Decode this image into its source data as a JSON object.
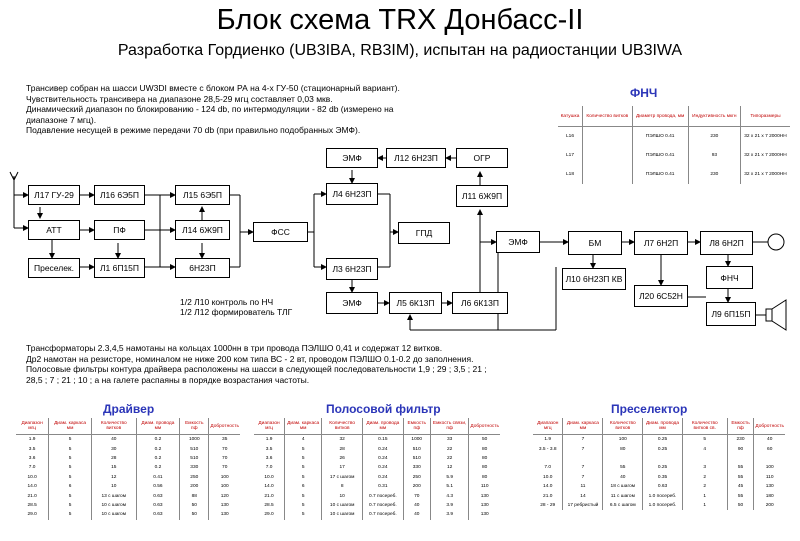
{
  "header": {
    "title": "Блок схема TRX Донбасс-II",
    "subtitle": "Разработка Гордиенко (UB3IBA, RB3IM), испытан на радиостанции UB3IWA"
  },
  "notes": [
    "Трансивер собран на шасси UW3DI вместе с блоком РА на 4-х ГУ-50 (стационарный вариант).",
    "Чувствительность трансивера на диапазоне 28,5-29 мгц составляет 0,03 мкв.",
    "Динамический диапазон по блокированию - 124 db, по интермодуляции - 82 db (измерено на",
    "диапазоне 7 мгц).",
    "Подавление несущей в режиме передачи 70 db (при правильно подобранных ЭМФ)."
  ],
  "control_notes": [
    "1/2 Л10 контроль по НЧ",
    "1/2 Л12 формирователь ТЛГ"
  ],
  "bottom_notes": [
    "Трансформаторы 2.3,4,5 намотаны на кольцах 1000нн в три провода ПЭЛШО 0,41 и содержат 12 витков.",
    "Др2 намотан на резисторе, номиналом не ниже 200 ком типа ВС - 2 вт, проводом ПЭЛШО 0.1-0.2 до заполнения.",
    "Полосовые фильтры контура драйвера расположены на шасси в следующей последовательности 1,9 ; 29 ; 3,5 ; 21 ;",
    "28,5 ; 7 ; 21 ; 10 ;  а на галете распаяны в порядке возрастания частоты."
  ],
  "blocks": {
    "l17": "Л17 ГУ-29",
    "l16": "Л16 6Э5П",
    "l15": "Л15 6Э5П",
    "att": "АТТ",
    "pf": "ПФ",
    "l14": "Л14 6Ж9П",
    "fss": "ФСС",
    "presel": "Преселек.",
    "l1": "Л1 6П15П",
    "n6": "6Н23П",
    "emf_top": "ЭМФ",
    "l12": "Л12 6Н23П",
    "ogr": "ОГР",
    "l4": "Л4 6Н23П",
    "l11": "Л11 6Ж9П",
    "gpd": "ГПД",
    "l3": "Л3 6Н23П",
    "emf_mid": "ЭМФ",
    "bm": "БМ",
    "l7": "Л7 6Н2П",
    "l8": "Л8 6Н2П",
    "l10": "Л10 6Н23П КВ",
    "l20": "Л20 6С52Н",
    "fnch": "ФНЧ",
    "l9": "Л9 6П15П",
    "emf_bot": "ЭМФ",
    "l5": "Л5 6К13П",
    "l6": "Л6 6К13П"
  },
  "fnch": {
    "title": "ФНЧ",
    "headers": [
      "Катушка",
      "Количество витков",
      "Диаметр провода, мм",
      "Индуктивность мкгн",
      "Типоразмеры"
    ],
    "rows": [
      [
        "L16",
        "",
        "ПЭЛШО 0.41",
        "230",
        "32 x 21 x 7 2000НН"
      ],
      [
        "L17",
        "",
        "ПЭЛШО 0.41",
        "93",
        "32 x 21 x 7 2000НН"
      ],
      [
        "L18",
        "",
        "ПЭЛШО 0.41",
        "230",
        "32 x 21 x 7 2000НН"
      ]
    ]
  },
  "driver": {
    "title": "Драйвер",
    "headers": [
      "Диапазон мгц",
      "Диам. каркаса мм",
      "Количество витков",
      "Диам. провода мм",
      "Емкость пф",
      "Добротность"
    ],
    "rows": [
      [
        "1.9",
        "5",
        "40",
        "0.2",
        "1000",
        "35"
      ],
      [
        "3.5",
        "5",
        "30",
        "0.2",
        "510",
        "70"
      ],
      [
        "3.6",
        "5",
        "28",
        "0.2",
        "510",
        "70"
      ],
      [
        "7.0",
        "5",
        "15",
        "0.2",
        "330",
        "70"
      ],
      [
        "10.0",
        "5",
        "12",
        "0.41",
        "250",
        "100"
      ],
      [
        "14.0",
        "6",
        "10",
        "0.56",
        "200",
        "100"
      ],
      [
        "21.0",
        "5",
        "13 с шагом",
        "0.63",
        "88",
        "120"
      ],
      [
        "28.5",
        "5",
        "10 с шагом",
        "0.63",
        "50",
        "130"
      ],
      [
        "29.0",
        "5",
        "10 с шагом",
        "0.63",
        "50",
        "130"
      ]
    ]
  },
  "bandpass": {
    "title": "Полосовой фильтр",
    "headers": [
      "Диапазон мгц",
      "Диам. каркаса мм",
      "Количество витков",
      "Диам. провода мм",
      "Емкость пф",
      "Емкость связи, пф",
      "Добротность"
    ],
    "rows": [
      [
        "1.9",
        "4",
        "32",
        "0.15",
        "1000",
        "33",
        "50"
      ],
      [
        "3.5",
        "5",
        "28",
        "0.24",
        "510",
        "22",
        "80"
      ],
      [
        "3.6",
        "5",
        "26",
        "0.24",
        "510",
        "22",
        "80"
      ],
      [
        "7.0",
        "5",
        "17",
        "0.24",
        "330",
        "12",
        "80"
      ],
      [
        "10.0",
        "5",
        "17 с шагом",
        "0.24",
        "250",
        "5.9",
        "80"
      ],
      [
        "14.0",
        "6",
        "8",
        "0.31",
        "200",
        "5.1",
        "110"
      ],
      [
        "21.0",
        "5",
        "10",
        "0.7 посереб.",
        "70",
        "4.3",
        "130"
      ],
      [
        "28.5",
        "5",
        "10 с шагом",
        "0.7 посереб.",
        "40",
        "3.9",
        "130"
      ],
      [
        "29.0",
        "5",
        "10 с шагом",
        "0.7 посереб.",
        "40",
        "3.9",
        "130"
      ]
    ]
  },
  "preselector": {
    "title": "Преселектор",
    "headers": [
      "Диапазон мгц",
      "Диам. каркаса мм",
      "Количество витков",
      "Диам. провода мм",
      "Количество витков св.",
      "Емкость пф",
      "Добротность"
    ],
    "rows": [
      [
        "1.9",
        "7",
        "100",
        "0.25",
        "5",
        "230",
        "40"
      ],
      [
        "3.5 - 3.8",
        "7",
        "80",
        "0.25",
        "4",
        "90",
        "60"
      ],
      [
        "",
        "",
        "",
        "",
        "",
        "",
        ""
      ],
      [
        "7.0",
        "7",
        "55",
        "0.25",
        "3",
        "55",
        "100"
      ],
      [
        "10.0",
        "7",
        "40",
        "0.35",
        "2",
        "55",
        "110"
      ],
      [
        "14.0",
        "11",
        "18 с шагом",
        "0.63",
        "2",
        "45",
        "130"
      ],
      [
        "21.0",
        "14",
        "11 с шагом",
        "1.0 посереб.",
        "1",
        "55",
        "180"
      ],
      [
        "28 - 29",
        "17 ребристый",
        "6.5 с шагом",
        "1.0 посереб.",
        "1",
        "50",
        "200"
      ]
    ]
  }
}
